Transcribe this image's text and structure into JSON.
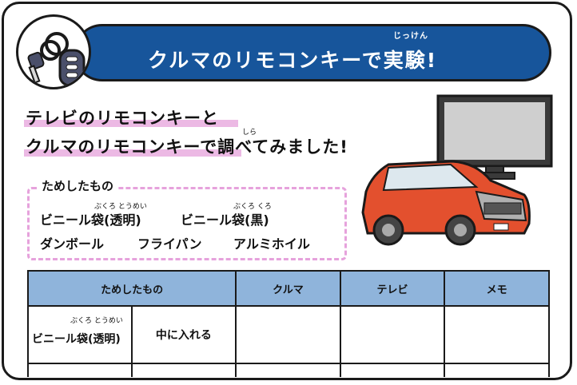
{
  "header": {
    "title": "クルマのリモコンキーで実験!",
    "title_ruby": "じっけん"
  },
  "intro": {
    "line1": "テレビのリモコンキーと",
    "line2": "クルマのリモコンキーで調べてみました!",
    "ruby_shira": "しら"
  },
  "tried": {
    "heading": "ためしたもの",
    "item1_ruby": "ぶくろ とうめい",
    "item1": "ビニール袋(透明)",
    "item2_ruby": "ぶくろ くろ",
    "item2": "ビニール袋(黒)",
    "item3": "ダンボール",
    "item4": "フライパン",
    "item5": "アルミホイル"
  },
  "table": {
    "col_tried": "ためしたもの",
    "col_car": "クルマ",
    "col_tv": "テレビ",
    "col_memo": "メモ",
    "row1_ruby": "ぶくろ とうめい",
    "row1_object": "ビニール袋(透明)",
    "row1_action": "中に入れる"
  },
  "colors": {
    "banner": "#17559b",
    "table_header": "#8fb4db",
    "highlight": "#ecb9e4",
    "dash": "#e6a2dc",
    "car": "#e3502e"
  },
  "icons": [
    "car-key-icon",
    "television-icon",
    "car-icon"
  ]
}
